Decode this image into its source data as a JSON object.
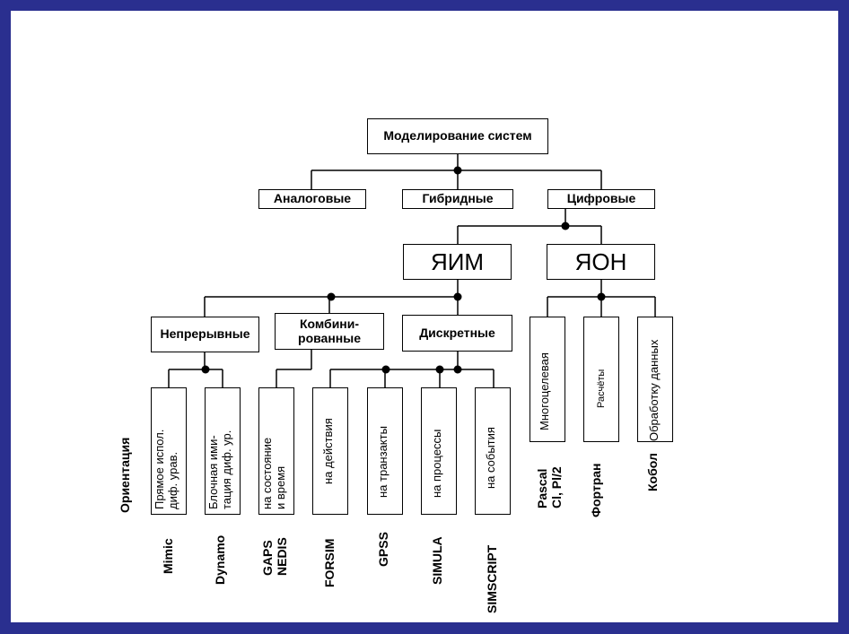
{
  "top": "Моделирование систем",
  "level1": [
    "Аналоговые",
    "Гибридные",
    "Цифровые"
  ],
  "level2": [
    "ЯИМ",
    "ЯОН"
  ],
  "yim_children": [
    "Непрерывные",
    "Комбини-\nрованные",
    "Дискретные"
  ],
  "orientation_label": "Ориентация",
  "continuous_children": [
    "Прямое испол.\nдиф. урав.",
    "Блочная ими-\nтация диф. ур."
  ],
  "combined_child": "на состояние\nи время",
  "discrete_children": [
    "на действия",
    "на транзакты",
    "на процессы",
    "на события"
  ],
  "yon_children": [
    "Многоцелевая",
    "Расчёты",
    "Обработку данных"
  ],
  "languages": [
    "Mimic",
    "Dynamo",
    "GAPS\nNEDIS",
    "FORSIM",
    "GPSS",
    "SIMULA",
    "SIMSCRIPT",
    "Pascal\nCl, Pl/2",
    "Фортран",
    "Кобол"
  ]
}
